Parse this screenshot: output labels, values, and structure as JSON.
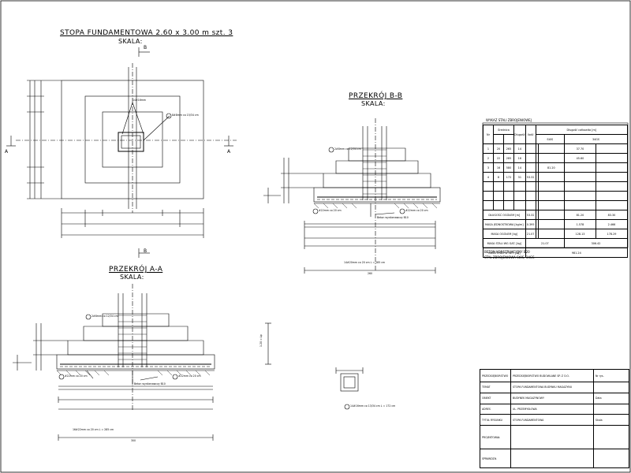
{
  "plan": {
    "title": "STOPA FUNDAMENTOWA 2.60 x 3.00 m szt. 3",
    "scale": "SKALA:",
    "section_mark_b": "B",
    "section_mark_a": "A",
    "callouts": [
      "14#16mm",
      "8#8mm co 15/34 cm"
    ]
  },
  "section_aa": {
    "title": "PRZEKRÓJ A-A",
    "scale": "SKALA:",
    "callouts": [
      "2#8mm co 12/34 cm",
      "#22mm co 20 cm",
      "#22mm co 20 cm"
    ],
    "concrete_label": "Beton wyrównawczy B10",
    "bottom_label": "16#22mm co 20 cm L = 285 cm",
    "bottom_dim": "300"
  },
  "section_bb": {
    "title": "PRZEKRÓJ B-B",
    "scale": "SKALA:",
    "callouts": [
      "2#8mm co 12/34 cm",
      "#22mm co 20 cm",
      "#22mm co 20 cm"
    ],
    "concrete_label": "Beton wyrównawczy B10",
    "bottom_label": "14#20mm co 20 cm L = 285 cm",
    "bottom_dim": "260"
  },
  "steel_table": {
    "heading": "WYKAZ STALI ZBROJENIOWEJ",
    "header_cells": [
      "Nr",
      "Średnica",
      "Długość",
      "Ilość",
      "Długość całkowita [m]",
      "St0S",
      "34GS"
    ],
    "rows": [
      [
        "1",
        "20",
        "265",
        "14",
        "",
        "",
        "",
        "37.70",
        ""
      ],
      [
        "2",
        "22",
        "285",
        "16",
        "",
        "",
        "",
        "45.60",
        ""
      ],
      [
        "3",
        "16",
        "580",
        "14",
        "",
        "",
        "81.20",
        "",
        ""
      ],
      [
        "4",
        "8",
        "172",
        "31",
        "53.32",
        "",
        "",
        "",
        ""
      ]
    ],
    "summary_rows": [
      [
        "DŁUGOŚĆ OGÓŁEM [m]",
        "53.32",
        "",
        "",
        "81.20",
        "83.30"
      ],
      [
        "MASA JEDNOSTKOWA [kg/m]",
        "0.395",
        "",
        "",
        "1.578",
        "2.466"
      ],
      [
        "MASA OGÓŁEM [kg]",
        "21.07",
        "",
        "",
        "128.13",
        "178.29"
      ],
      [
        "MASA STALI WG GAT. [kg]",
        "21.07",
        "",
        "",
        "306.42",
        ""
      ],
      [
        "MASA STALI W SZT. [kg]",
        "",
        "",
        "",
        "",
        "981.24"
      ]
    ],
    "notes": [
      "BETON KONSTRUKCYJNY B20",
      "STAL ZBROJENIOWA St0S, 34GS"
    ]
  },
  "elevation_labels": {
    "side_label": "1.20 = Lp",
    "small_detail": "14#16mm co 13/34 cm L = 172 cm"
  },
  "title_block": {
    "rows": [
      [
        "PRZEDSIĘBIORSTWO",
        "PRZEDSIĘBIORSTWO BUDOWLANE SP. Z O.O.",
        "Nr rys."
      ],
      [
        "TEMAT",
        "STOPA FUNDAMENTOWA BUDYNKU MAGAZYNU",
        ""
      ],
      [
        "OBIEKT",
        "BUDYNEK MAGAZYNOWY",
        "Data"
      ],
      [
        "ADRES",
        "UL. PRZEMYSŁOWA",
        ""
      ],
      [
        "TYTUŁ RYSUNKU",
        "STOPA FUNDAMENTOWA",
        "Skala"
      ],
      [
        "PROJEKTOWAŁ",
        "",
        ""
      ],
      [
        "SPRAWDZIŁ",
        "",
        ""
      ]
    ]
  }
}
